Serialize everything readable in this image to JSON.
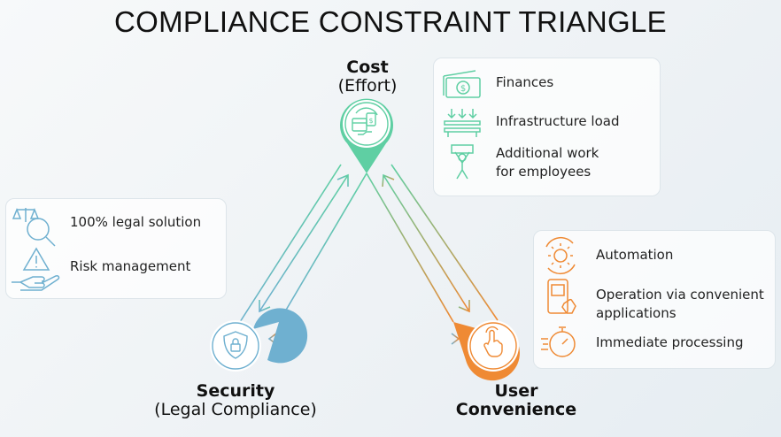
{
  "title": "COMPLIANCE CONSTRAINT TRIANGLE",
  "nodes": {
    "cost": {
      "name": "Cost",
      "sub": "(Effort)",
      "color": "#5fcfa3"
    },
    "security": {
      "name": "Security",
      "sub": "(Legal Compliance)",
      "color": "#6fb0d0"
    },
    "user": {
      "name_line1": "User",
      "name_line2": "Convenience",
      "color": "#ef8a34"
    }
  },
  "cost_card": {
    "items": [
      {
        "label": "Finances",
        "icon": "money-icon"
      },
      {
        "label": "Infrastructure load",
        "icon": "weight-load-icon"
      },
      {
        "label_line1": "Additional work",
        "label_line2": "for employees",
        "icon": "worker-carrying-box-icon"
      }
    ]
  },
  "security_card": {
    "items": [
      {
        "label": "100% legal solution",
        "icon": "scales-magnifier-icon"
      },
      {
        "label": "Risk management",
        "icon": "warning-hand-icon"
      }
    ]
  },
  "user_card": {
    "items": [
      {
        "label": "Automation",
        "icon": "gear-cycle-icon"
      },
      {
        "label_line1": "Operation via convenient",
        "label_line2": "applications",
        "icon": "phone-tap-icon"
      },
      {
        "label": "Immediate processing",
        "icon": "stopwatch-icon"
      }
    ]
  }
}
